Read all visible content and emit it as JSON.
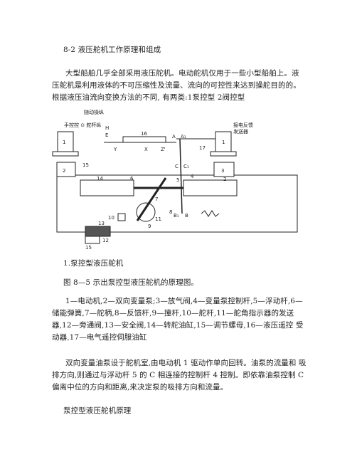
{
  "section_title": "8-2 液压舵机工作原理和组成",
  "intro_paragraph": "大型船舶几乎全部采用液压舵机。电动舵机仅用于一些小型船舶上。液压舵机是利用液体的不可压缩性及流量、流向的可控性来达到操舵目的的。根据液压油流向变换方法的不同, 有两类:1泵控型 2阀控型",
  "figure": {
    "labels": {
      "top_left": "随动操纵",
      "left_control": "手控控 ⊙ 舵杯纵",
      "right_top_1": "接电反馈",
      "right_top_2": "发送器",
      "n1": "1",
      "n2": "2",
      "n15": "15",
      "n16": "16",
      "n17": "17",
      "n3": "3",
      "n14": "14",
      "n6": "6",
      "n5": "5",
      "n4": "4",
      "n7": "7",
      "n8": "8",
      "n9": "9",
      "n10": "10",
      "n11": "11",
      "n12": "12",
      "n13": "13",
      "n15b": "15",
      "n2b": "2",
      "n1b": "1",
      "lA": "A",
      "lA1": "A₁",
      "lC": "C",
      "lC1": "C₁",
      "lB": "B",
      "lB1": "B₁",
      "lX": "X",
      "lY": "Y",
      "lZ": "Z'",
      "lH": "H",
      "lE": "E"
    }
  },
  "sub_heading": "1.泵控型液压舵机",
  "figure_reference": "图 8—5 示出泵控型液压舵机的原理图。",
  "legend_paragraph": "1—电动机,2—双向变量泵;3—放气阀,4—变量泵控制杆,5—浮动杆,6— 储能弹簧,7—舵柄,8—反馈杆,9—撞杆,10—舵杆,11—舵角指示器的发送 器,12—旁通阀,13—安全阀,14—转舵油缸,15—调节螺母,16—液压遥控 受动器,17—电气遥控伺服油缸",
  "description_paragraph": "双向变量油泵设于舵机室,由电动机 1 驱动作单向回转。油泵的流量和 吸排方向,则通过与浮动杆 5 的 C 相连接的控制杆 4 控制。即依靠油泵控制 C 偏离中位的方向和距离,来决定泵的吸排方向和流量。",
  "bottom_heading": "泵控型液压舵机原理"
}
